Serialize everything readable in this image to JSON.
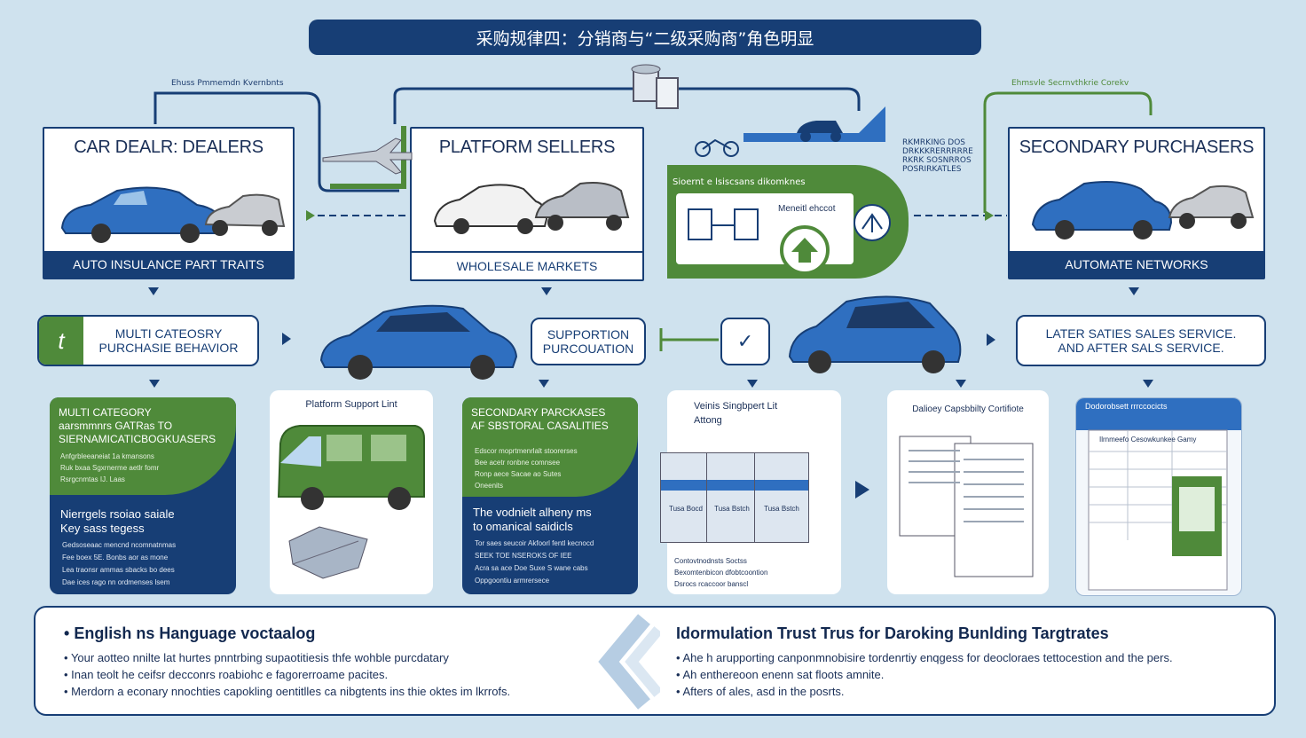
{
  "title": "采购规律四：分销商与“二级采购商”角色明显",
  "labels": {
    "top_left_small": "Ehuss Pmmemdn Kvernbnts",
    "top_right_small": "Ehmsvle Secrnvthkrie Corekv",
    "center_small_text": [
      "RKMRKING DOS",
      "DRKKKRERRRRRE",
      "RKRK SOSNRROS",
      "POSRIRKATLES"
    ],
    "green_panel_title": "Sioernt e lsiscsans dikomknes",
    "green_panel_small": "Meneitl ehccot"
  },
  "cards": [
    {
      "title": "CAR DEALR: DEALERS",
      "footer": "AUTO INSULANCE PART TRAITS"
    },
    {
      "title": "PLATFORM SELLERS",
      "footer": "WHOLESALE MARKETS"
    },
    {
      "title": "SECONDARY PURCHASERS",
      "footer": "AUTOMATE NETWORKS"
    }
  ],
  "pills": {
    "multi": "MULTI CATEOSRY\nPURCHASIE BEHAVIOR",
    "support": "SUPPORTION\nPURCOUATION",
    "after": "LATER SATIES SALES SERVICE.\nAND AFTER SALS SERVICE."
  },
  "panels": {
    "p1": {
      "heading": "MULTI CATEGORY\naarsmmnrs GATRas TO\nSIERNAMICATICBOGKUASERS",
      "body1": [
        "Anfgrbleeaneiat 1a kmansons",
        "Ruk bxaa Sgxrnerme aetlr fomr",
        "Rsrgcnmtas IJ. Laas"
      ],
      "subheading": "Nierrgels rsoiao saiale\nKey sass tegess",
      "body2": [
        "Gedsoseaac mencnd ncomnatnmas",
        "Fee boex 5E. Bonbs aor as mone",
        "Lea traonsr ammas sbacks bo dees",
        "Dae ices rago nn ordmenses lsem"
      ]
    },
    "p2": {
      "heading": "Platform Support Lint"
    },
    "p3": {
      "heading": "SECONDARY PARCKASES\nAF SBSTORAL CASALITIES",
      "body1": [
        "Edscor moprtmenrlalt stoorerses",
        "Bee acetr ronbne comnsee",
        "Ronp aece Sacae ao Sutes",
        "Oneenits"
      ],
      "subheading": "The vodnielt alheny ms\nto omanical saidicls",
      "body2": [
        "Tor saes seucoir Akfoorl fentl kecnocd",
        "SEEK TOE NSEROKS OF IEE",
        "Acra sa ace Doe Suxe S wane cabs",
        "Oppgoontiu armrersece"
      ]
    },
    "p4": {
      "heading": "Veinis Singbpert Lit\nAttong",
      "boxes": [
        "Tusa Bocd",
        "Tusa Bstch",
        "Tusa Bstch"
      ],
      "notes": [
        "Contovtnodnsts Soctss",
        "Bexomtenbicon dfobtcoontion",
        "Dsrocs rcaccoor banscl"
      ]
    },
    "p5": {
      "heading": "Dalioey Capsbbilty Cortifiote"
    },
    "p6": {
      "heading": "Dodorobsett rrrccocicts",
      "subheading": "Ilrnmeefo Cesowkunkee Gamy"
    }
  },
  "bottom": {
    "left_heading": "English ns Hanguage voctaalog",
    "left_items": [
      "Your aotteo nnilte lat hurtes pnntrbing supaotitiesis thfe wohble purcdatary",
      "Inan teolt he ceifsr decconrs roabiohc e fagorerroame pacites.",
      "Merdorn a econary nnochties capokling oentitlles ca nibgtents ins thie oktes im lkrrofs."
    ],
    "right_heading": "Idormulation Trust Trus for Daroking Bunlding Targtrates",
    "right_items": [
      "Ahe h arupporting canponmnobisire tordenrtiy enqgess for deocloraes tettocestion and the pers.",
      "Ah enthereoon enenn sat floots amnite.",
      "Afters of ales, asd in the posrts."
    ]
  },
  "colors": {
    "navy": "#173e75",
    "green": "#4f8a3a",
    "background": "#cfe2ee",
    "blue_car": "#2f6fc0"
  }
}
